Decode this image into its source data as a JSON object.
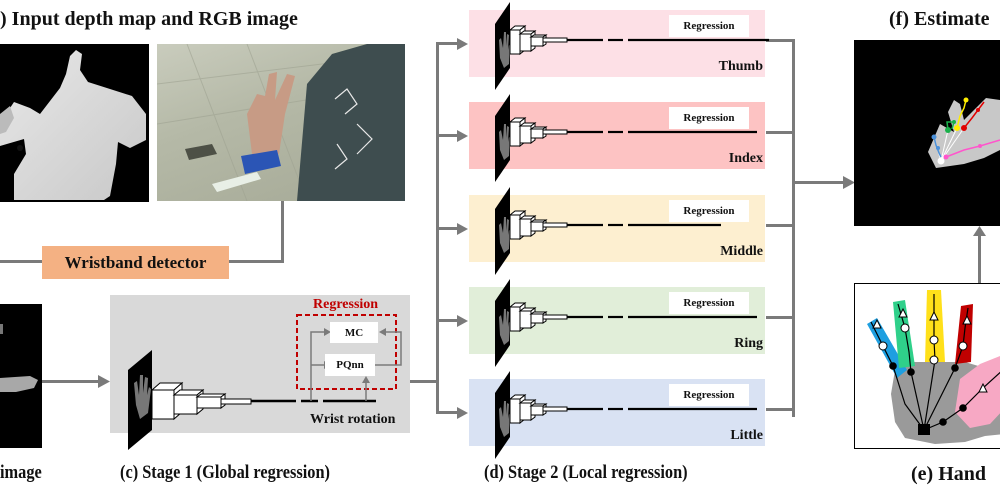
{
  "panels": {
    "a": {
      "caption": ") Input depth map and RGB image"
    },
    "b": {
      "caption": "image"
    },
    "c": {
      "caption": "(c) Stage 1 (Global regression)",
      "regression_label": "Regression",
      "mc_label": "MC",
      "pqnn_label": "PQnn",
      "wrist_label": "Wrist rotation"
    },
    "d": {
      "caption": "(d) Stage 2 (Local regression)",
      "fingers": [
        {
          "name": "Thumb",
          "regression_label": "Regression",
          "color": "#fde0e6"
        },
        {
          "name": "Index",
          "regression_label": "Regression",
          "color": "#fdc3c3"
        },
        {
          "name": "Middle",
          "regression_label": "Regression",
          "color": "#fdefd0"
        },
        {
          "name": "Ring",
          "regression_label": "Regression",
          "color": "#e1eed9"
        },
        {
          "name": "Little",
          "regression_label": "Regression",
          "color": "#d9e2f3"
        }
      ]
    },
    "e": {
      "caption": "(e) Hand"
    },
    "f": {
      "caption": "(f) Estimate"
    }
  },
  "wristband_detector": {
    "label": "Wristband detector",
    "color": "#f4b183"
  },
  "colors": {
    "stage1_bg": "#d9d9d9",
    "regression_dash": "#c00000",
    "wire": "#7a7a7a",
    "thumb": "#f7a8c4",
    "index": "#1e9fe0",
    "middle": "#2fd08a",
    "ring": "#ffe01a",
    "little": "#c00000",
    "palm": "#9a9a9a"
  }
}
